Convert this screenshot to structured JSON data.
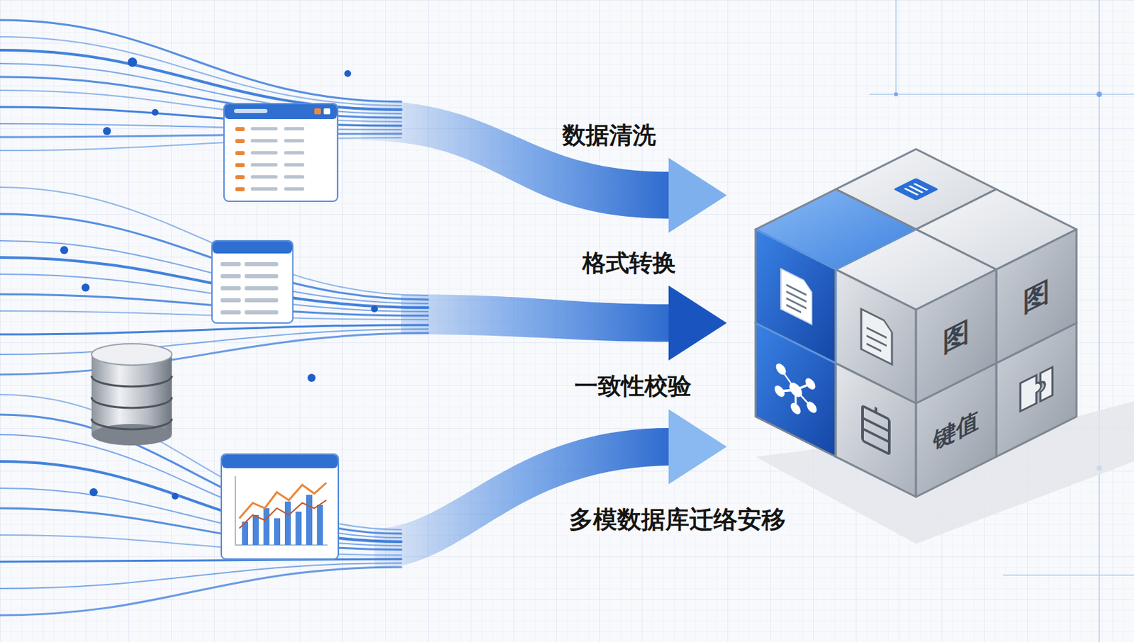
{
  "diagram": {
    "labels": [
      "数据清洗",
      "格式转换",
      "一致性校验",
      "多模数据库迁络安移",
      "图",
      "图",
      "键值"
    ]
  }
}
